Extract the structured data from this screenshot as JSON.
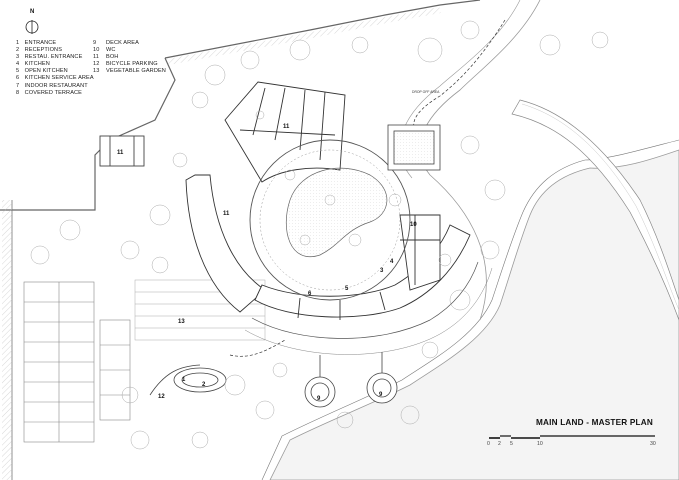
{
  "north": {
    "label": "N"
  },
  "legend": {
    "items": [
      {
        "num": "1",
        "label": "ENTRANCE"
      },
      {
        "num": "2",
        "label": "RECEPTIONS"
      },
      {
        "num": "3",
        "label": "RESTAU. ENTRANCE"
      },
      {
        "num": "4",
        "label": "KITCHEN"
      },
      {
        "num": "5",
        "label": "OPEN KITCHEN"
      },
      {
        "num": "6",
        "label": "KITCHEN SERVICE AREA"
      },
      {
        "num": "7",
        "label": "INDOOR RESTAURANT"
      },
      {
        "num": "8",
        "label": "COVERED TERRACE"
      },
      {
        "num": "9",
        "label": "DECK AREA"
      },
      {
        "num": "10",
        "label": "WC"
      },
      {
        "num": "11",
        "label": "BOH"
      },
      {
        "num": "12",
        "label": "BICYCLE PARKING"
      },
      {
        "num": "13",
        "label": "VEGETABLE GARDEN"
      }
    ]
  },
  "plan_labels": {
    "boh_top": "11",
    "boh_left": "11",
    "boh_small": "11",
    "kitchen_service": "6",
    "open_kitchen": "5",
    "kitchen": "4",
    "restau_entrance": "3",
    "wc": "10",
    "reception": "2",
    "entrance": "1",
    "bicycle": "12",
    "garden": "13",
    "deck_left": "9",
    "deck_right": "9",
    "drop_off": "DROP OFF AREA"
  },
  "title": "MAIN LAND - MASTER PLAN",
  "scale": {
    "ticks": [
      "0",
      "2",
      "5",
      "10",
      "30"
    ]
  }
}
